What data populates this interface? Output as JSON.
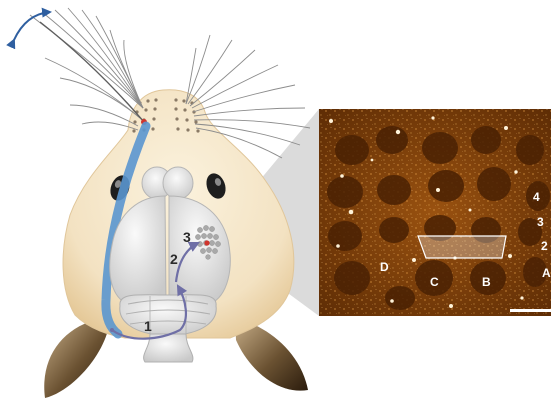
{
  "pathway_labels": [
    "1",
    "2",
    "3"
  ],
  "barrel_row_labels": [
    "D",
    "C",
    "B",
    "A"
  ],
  "barrel_arc_labels": [
    "4",
    "3",
    "2"
  ],
  "colors": {
    "skin": "#f3e2c2",
    "brain": "#e6e6e6",
    "pathway": "#6f6fa6",
    "nerve": "#5a96cf",
    "micrograph": "#7a3d08",
    "highlight_whisker": "#d0342c",
    "motion_arrow": "#2f5fa0"
  },
  "icons": [
    "double-arrow-icon"
  ]
}
